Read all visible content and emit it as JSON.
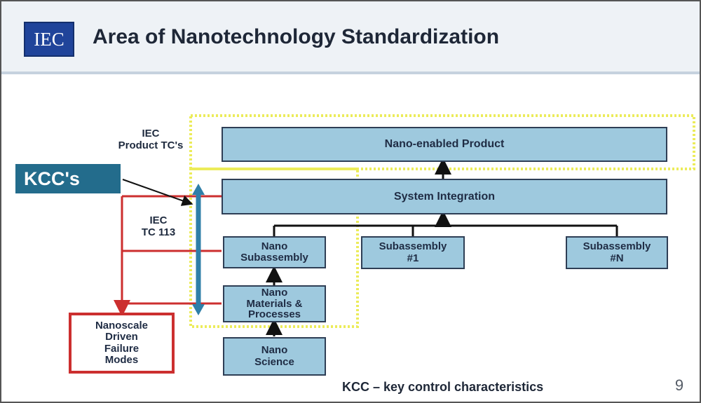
{
  "header": {
    "logo_text": "IEC",
    "title": "Area of Nanotechnology Standardization"
  },
  "labels": {
    "product_tc": "IEC\nProduct TC's",
    "tc113": "IEC\nTC 113",
    "kcc": "KCC's"
  },
  "boxes": {
    "nano_enabled_product": "Nano-enabled Product",
    "system_integration": "System Integration",
    "nano_subassembly": "Nano\nSubassembly",
    "subassembly_1": "Subassembly\n#1",
    "subassembly_n": "Subassembly\n#N",
    "nano_materials": "Nano\nMaterials &\nProcesses",
    "nano_science": "Nano\nScience",
    "failure_modes": "Nanoscale\nDriven\nFailure\nModes"
  },
  "footer": {
    "note": "KCC – key control characteristics",
    "page_number": "9"
  },
  "colors": {
    "header_bg": "#eef2f6",
    "box_fill": "#9ec9de",
    "box_border": "#2e3e55",
    "kcc_bg": "#236c8c",
    "red": "#cc2f2f",
    "yellow": "#ecec5a",
    "double_arrow": "#2f7fa8"
  }
}
